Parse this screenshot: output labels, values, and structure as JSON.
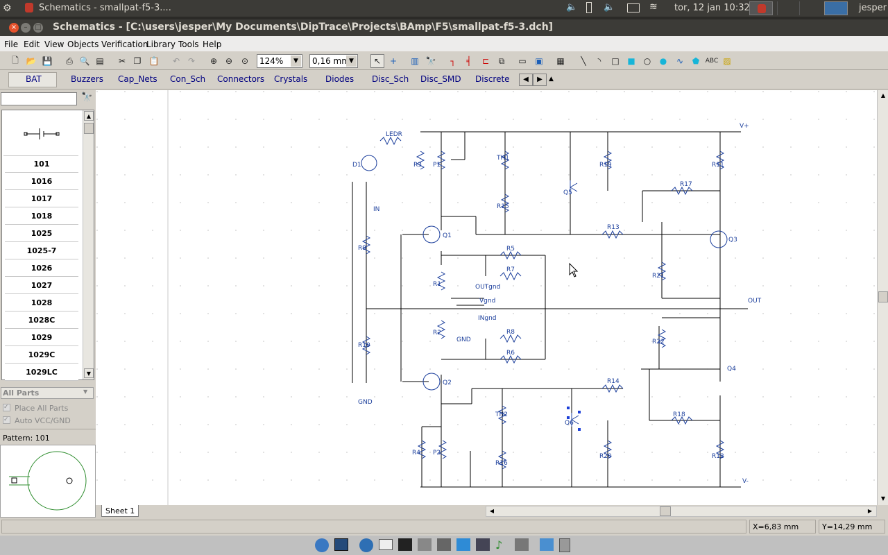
{
  "top_panel": {
    "app_title": "Schematics - smallpat-f5-3....",
    "clock": "tor, 12 jan  10:32",
    "user": "jesper"
  },
  "window": {
    "title": "Schematics - [C:\\users\\jesper\\My Documents\\DipTrace\\Projects\\BAmp\\F5\\smallpat-f5-3.dch]"
  },
  "menu": [
    "File",
    "Edit",
    "View",
    "Objects",
    "Verification",
    "Library",
    "Tools",
    "Help"
  ],
  "toolbar": {
    "zoom": "124%",
    "line_width": "0,16 mm"
  },
  "library_tabs": [
    "BAT",
    "Buzzers",
    "Cap_Nets",
    "Con_Sch",
    "Connectors",
    "Crystals",
    "Diodes",
    "Disc_Sch",
    "Disc_SMD",
    "Discrete"
  ],
  "left_panel": {
    "search_value": "",
    "parts": [
      "101",
      "1016",
      "1017",
      "1018",
      "1025",
      "1025-7",
      "1026",
      "1027",
      "1028",
      "1028C",
      "1029",
      "1029C",
      "1029LC"
    ],
    "filter": "All Parts",
    "place_all": "Place All Parts",
    "auto_vcc": "Auto VCC/GND",
    "pattern_label": "Pattern: 101"
  },
  "sheet_tab": "Sheet 1",
  "status": {
    "x": "X=6,83 mm",
    "y": "Y=14,29 mm"
  },
  "schematic_labels": {
    "vplus": "V+",
    "vminus": "V-",
    "out": "OUT",
    "in": "IN",
    "gnd": "GND",
    "ledr": "LEDR",
    "d1": "D1",
    "r3": "R3",
    "p1": "P1",
    "th1": "TH1",
    "r15": "R15",
    "q5": "Q5",
    "r19": "R19",
    "r11": "R11",
    "r17": "R17",
    "r13": "R13",
    "q3": "Q3",
    "q1": "Q1",
    "r9": "R9",
    "r5": "R5",
    "r7": "R7",
    "r1": "R1",
    "outgnd": "OUTgnd",
    "vgnd": "Vgnd",
    "ingnd": "INgnd",
    "r21": "R21",
    "r2": "R2",
    "r8": "R8",
    "r6": "R6",
    "r10": "R10",
    "r22": "R22",
    "q4": "Q4",
    "q2": "Q2",
    "r14": "R14",
    "th2": "TH2",
    "q6": "Q6",
    "r18": "R18",
    "r4": "R4",
    "p2": "P2",
    "r16": "R16",
    "r20": "R20",
    "r12": "R12"
  }
}
